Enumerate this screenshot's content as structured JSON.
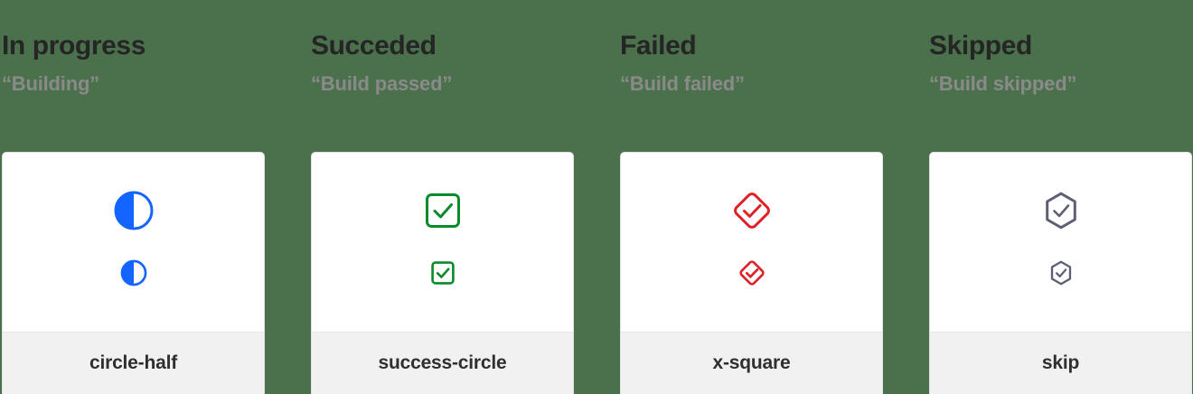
{
  "page": {
    "background_color": "#4a714c",
    "card_background": "#ffffff",
    "card_footer_background": "#f1f1f1",
    "title_color": "#252525",
    "subtitle_color": "#8a8a8a"
  },
  "columns": [
    {
      "title": "In progress",
      "subtitle": "“Building”",
      "icon_name": "circle-half-icon",
      "icon_label": "circle-half",
      "icon_color": "#1464ff",
      "large_size": 46,
      "small_size": 30
    },
    {
      "title": "Succeded",
      "subtitle": "“Build passed”",
      "icon_name": "success-circle-icon",
      "icon_label": "success-circle",
      "icon_color": "#0a8a2a",
      "large_size": 46,
      "small_size": 30
    },
    {
      "title": "Failed",
      "subtitle": "“Build failed”",
      "icon_name": "x-square-icon",
      "icon_label": "x-square",
      "icon_color": "#e02127",
      "large_size": 46,
      "small_size": 30
    },
    {
      "title": "Skipped",
      "subtitle": "“Build skipped”",
      "icon_name": "skip-icon",
      "icon_label": "skip",
      "icon_color": "#5c6072",
      "large_size": 46,
      "small_size": 30
    }
  ]
}
